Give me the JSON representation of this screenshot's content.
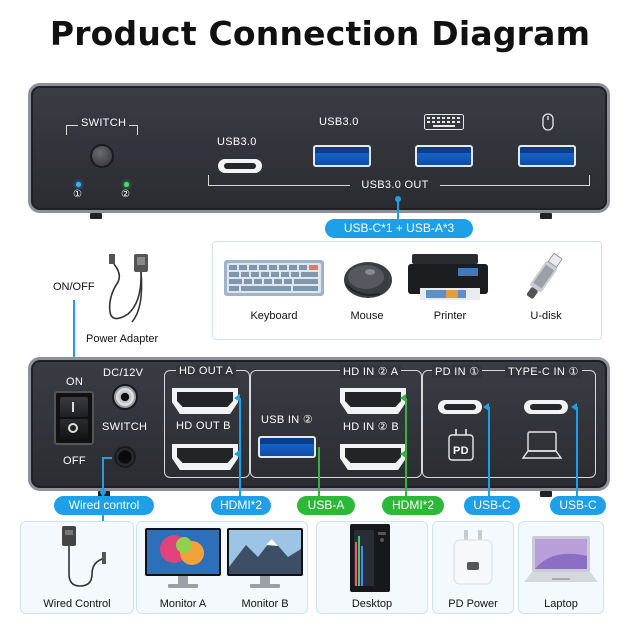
{
  "title": "Product Connection Diagram",
  "top_device": {
    "switch_label": "SWITCH",
    "led_1": "①",
    "led_2": "②",
    "port_usbc_label": "USB3.0",
    "port_usba_label": "USB3.0",
    "out_label": "USB3.0 OUT",
    "keyboard_icon": "keyboard-icon",
    "mouse_icon": "mouse-icon"
  },
  "top_callout": "USB-C*1 + USB-A*3",
  "peripherals": [
    {
      "label": "Keyboard",
      "icon": "keyboard-icon"
    },
    {
      "label": "Mouse",
      "icon": "mouse-icon"
    },
    {
      "label": "Printer",
      "icon": "printer-icon"
    },
    {
      "label": "U-disk",
      "icon": "usb-drive-icon"
    }
  ],
  "power": {
    "onoff_label": "ON/OFF",
    "adapter_label": "Power Adapter"
  },
  "bottom_device": {
    "on_label": "ON",
    "off_label": "OFF",
    "dc_label": "DC/12V",
    "switch_label": "SWITCH",
    "hd_out_a": "HD OUT A",
    "hd_out_b": "HD OUT B",
    "usb_in": "USB IN ②",
    "hd_in_a": "HD IN ② A",
    "hd_in_b": "HD IN ② B",
    "pd_in": "PD IN ①",
    "typec_in": "TYPE-C IN ①",
    "pd_icon_text": "PD"
  },
  "callouts": {
    "wired": "Wired control",
    "hdmi_out": "HDMI*2",
    "usb_a": "USB-A",
    "hdmi_in": "HDMI*2",
    "usbc_pd": "USB-C",
    "usbc_in": "USB-C"
  },
  "devices": [
    {
      "label": "Wired Control",
      "icon": "wired-control-icon"
    },
    {
      "label": "Monitor A",
      "icon": "monitor-icon"
    },
    {
      "label": "Monitor B",
      "icon": "monitor-icon"
    },
    {
      "label": "Desktop",
      "icon": "desktop-tower-icon"
    },
    {
      "label": "PD Power",
      "icon": "charger-icon"
    },
    {
      "label": "Laptop",
      "icon": "laptop-icon"
    }
  ],
  "colors": {
    "accent_blue": "#1da0e8",
    "accent_green": "#2db838",
    "device_body": "#2f3136",
    "usb_blue": "#1d6dd6"
  }
}
